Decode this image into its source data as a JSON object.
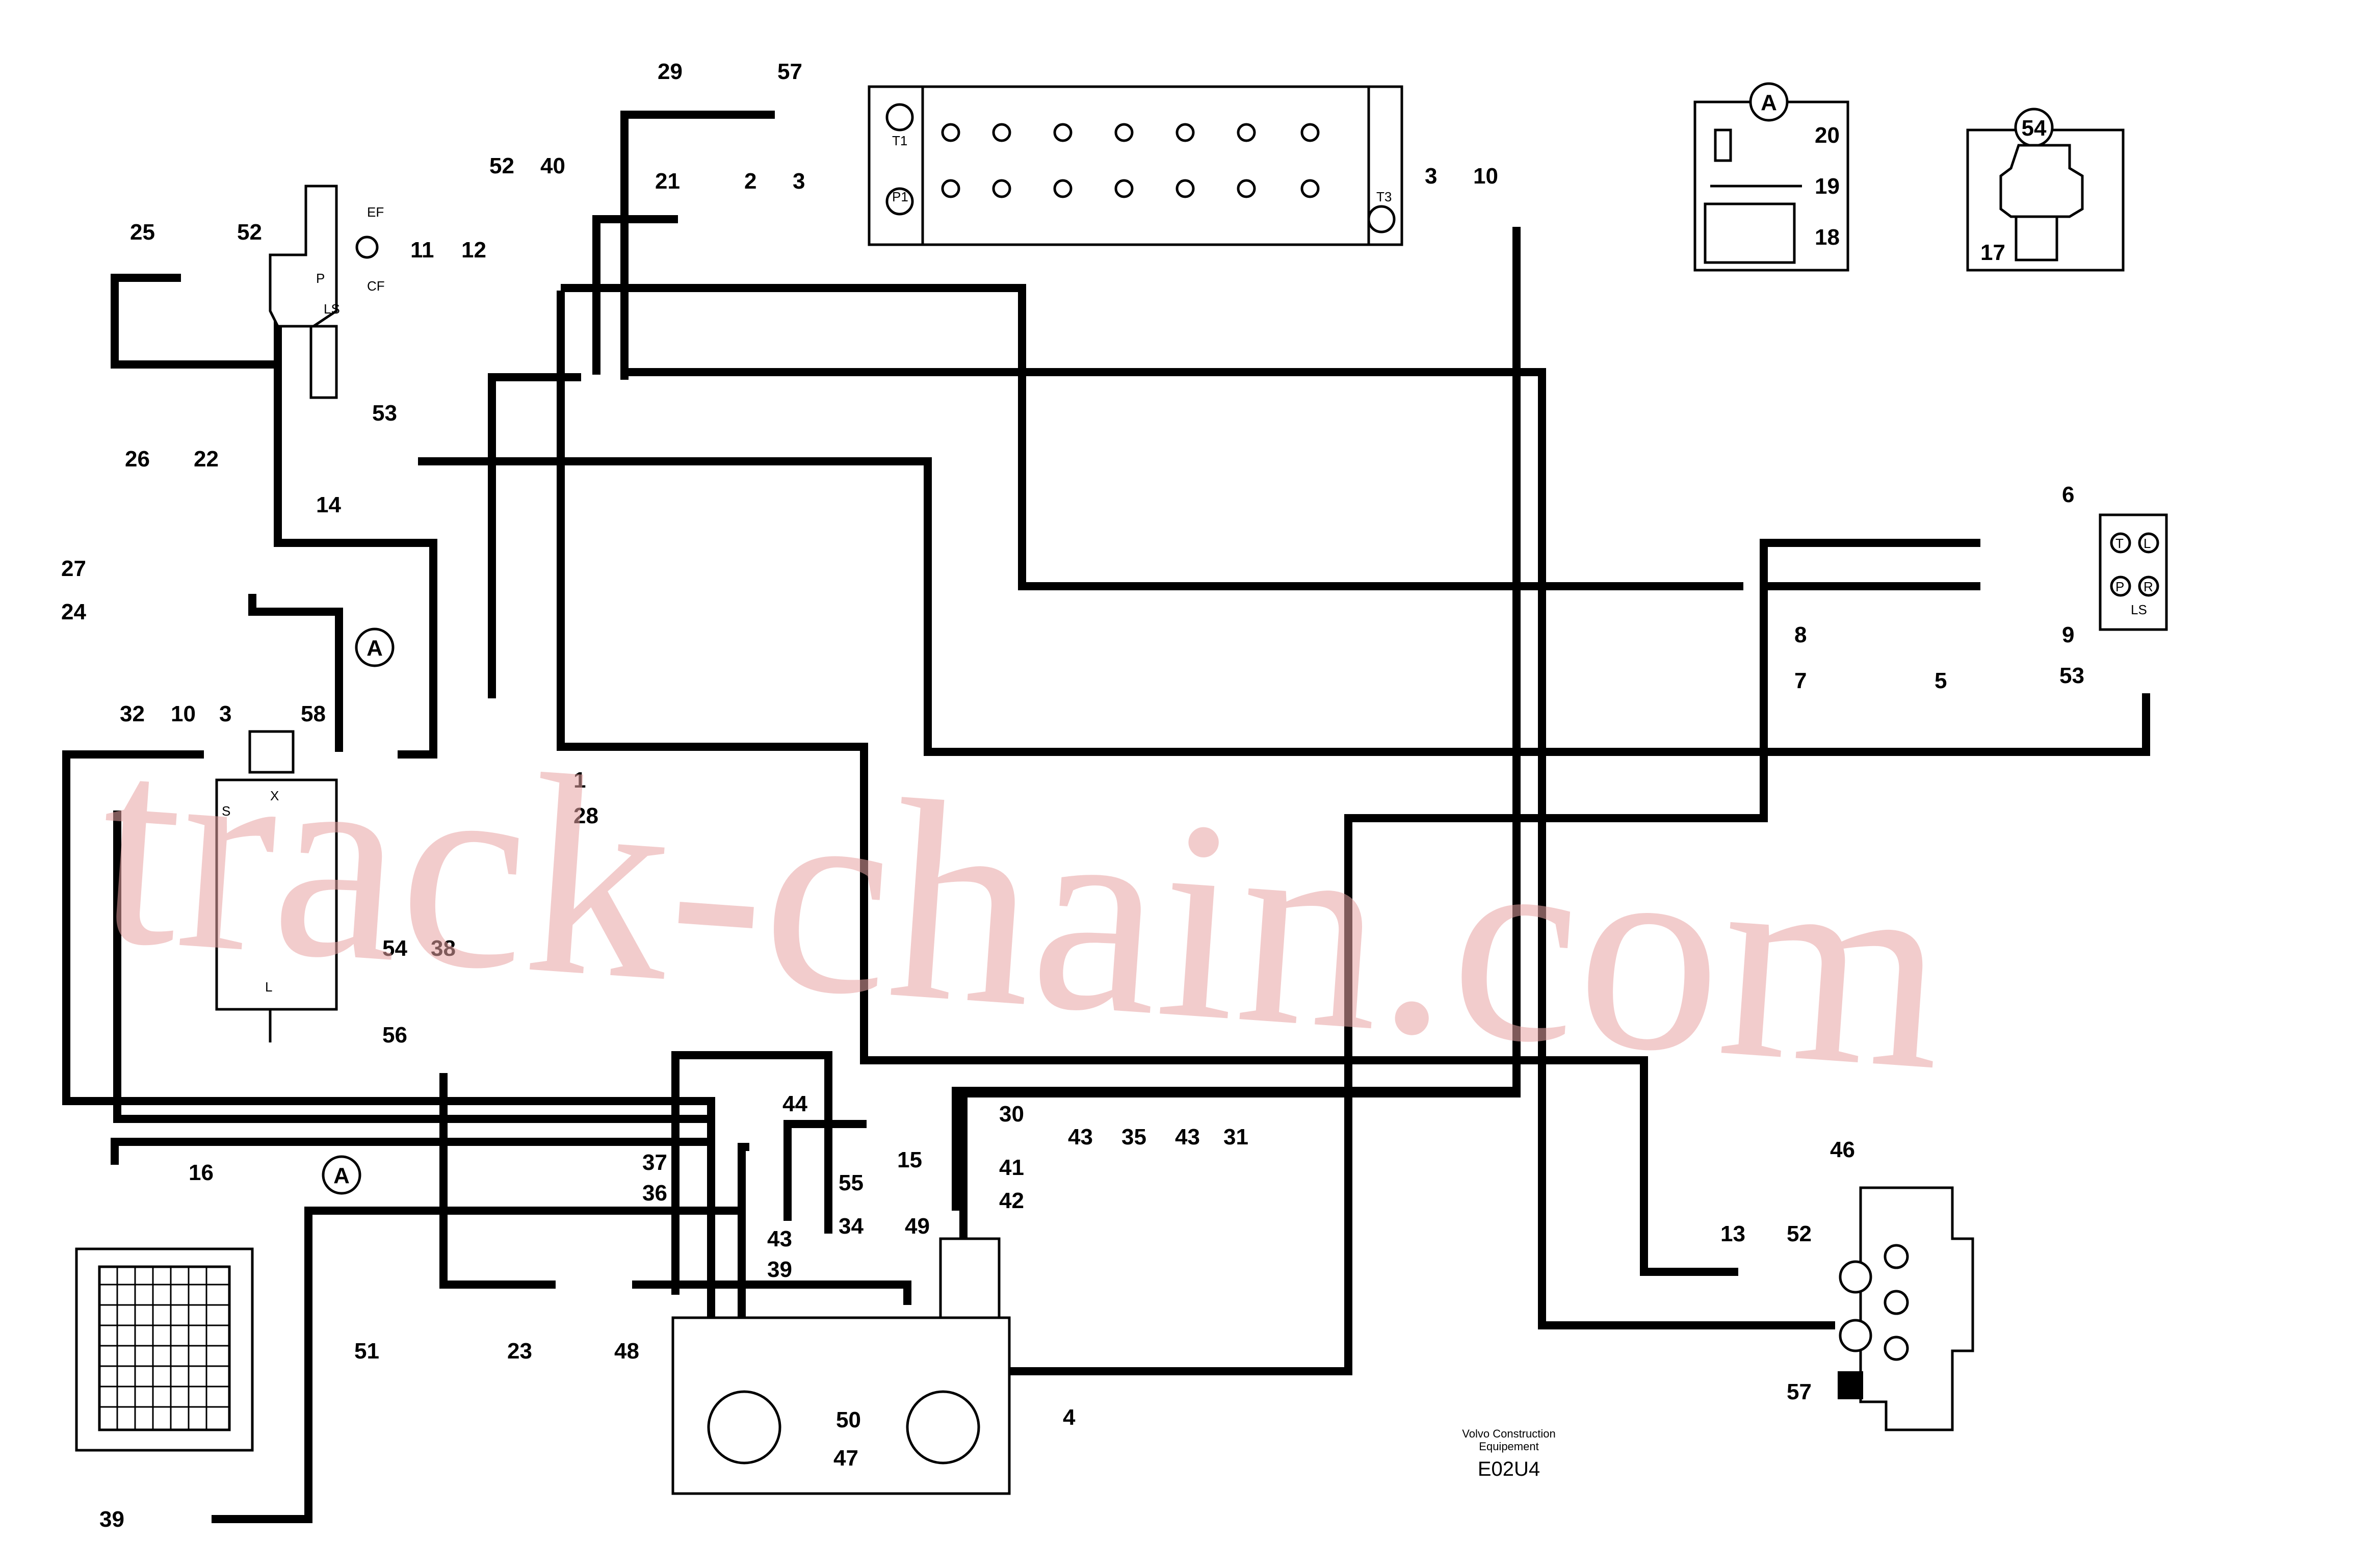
{
  "watermark": "track-chain.com",
  "footer": {
    "company_line1": "Volvo Construction",
    "company_line2": "Equipement",
    "code": "E02U4"
  },
  "callouts": {
    "A_circle": "A",
    "fiftyfour_circle": "54"
  },
  "ports": {
    "T1": "T1",
    "P1": "P1",
    "T3": "T3",
    "EF": "EF",
    "CF": "CF",
    "P": "P",
    "LS": "LS",
    "S": "S",
    "X": "X",
    "L": "L",
    "T": "T",
    "Lr": "L",
    "Pr": "P",
    "R": "R",
    "LSr": "LS"
  },
  "labels": [
    "29",
    "57",
    "21",
    "2",
    "3",
    "3",
    "10",
    "52",
    "40",
    "25",
    "52",
    "11",
    "12",
    "53",
    "14",
    "26",
    "22",
    "27",
    "24",
    "32",
    "10",
    "3",
    "58",
    "1",
    "28",
    "54",
    "38",
    "56",
    "16",
    "37",
    "36",
    "44",
    "43",
    "15",
    "55",
    "34",
    "39",
    "49",
    "41",
    "42",
    "30",
    "43",
    "35",
    "43",
    "31",
    "23",
    "48",
    "50",
    "47",
    "4",
    "51",
    "39",
    "6",
    "8",
    "9",
    "53",
    "7",
    "5",
    "46",
    "13",
    "52",
    "57",
    "20",
    "19",
    "18",
    "17"
  ],
  "colors": {
    "line": "#000000",
    "watermark": "#e8a3a3",
    "background": "#ffffff"
  }
}
